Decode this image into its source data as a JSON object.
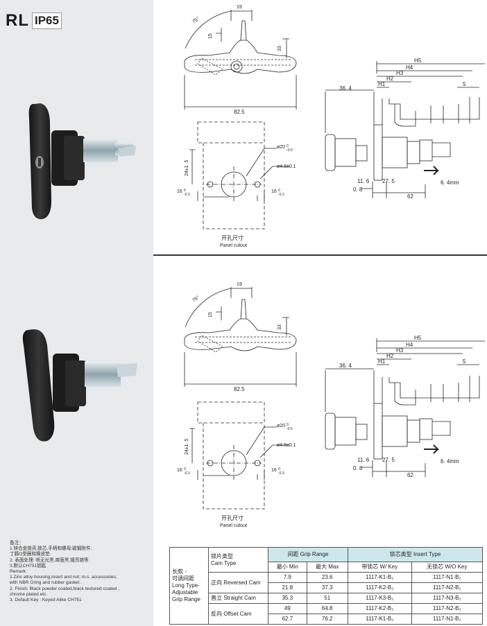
{
  "brand": {
    "series": "RL",
    "rating": "IP65"
  },
  "drawing": {
    "angle": "75°",
    "dim_width_top": "19",
    "dim_15": "15",
    "dim_33": "33",
    "dim_825": "82.5",
    "dim_h5": "H5",
    "dim_h4": "H4",
    "dim_h3": "H3",
    "dim_h2": "H2",
    "dim_h1": "H1",
    "dim_5": "5",
    "dim_364": "36. 4",
    "dim_116": "11. 6",
    "dim_275": "27. 5",
    "dim_08": "0. 8",
    "dim_62": "62",
    "dim_64": "6. 4mm",
    "dim_phi20": "ø20",
    "dim_phi48": "ø4.8±0.1",
    "dim_24": "24±1. 5",
    "dim_16": "16",
    "tol_0": "0",
    "tol_03": "-0.3",
    "tol_05": "-0.5",
    "cutout_cn": "开孔尺寸",
    "cutout_en": "Panel cutout"
  },
  "notes": {
    "title_cn": "备注：",
    "lines_cn": [
      "1.锌合金锁壳,锁芯,手柄和螺母;碳钢附件;",
      "丁腈O型圈和橡皮垫.",
      "2. 表面处理: 喷无光黑,麻面黑,镀亮铬等.",
      "3.默认CH751钥匙"
    ],
    "title_en": "Remark:",
    "lines_en": [
      "1.Zinc alloy housing,insert and nut; m.s. accessories;",
      "with NBR Oring and rubber gasket .",
      "2. Finish: Black powder coated,black textured coated ,",
      "chrome plated etc.",
      "3. Default Key : Keyed Alike CH751"
    ]
  },
  "table": {
    "type_cn": "长款 -",
    "type_cn2": "可调间距",
    "type_en1": "Long Type-",
    "type_en2": "Adjustable",
    "type_en3": "Grip Range",
    "cam_header_cn": "锁片类型",
    "cam_header_en": "Cam Type",
    "grip_header": "间距 Grip Range",
    "insert_header": "锁芯类型 Insert Type",
    "min_label": "最小 Min",
    "max_label": "最大 Max",
    "wkey_label": "带锁芯 W/ Key",
    "wokey_label": "无锁芯 W/O Key",
    "cam_reversed": "正向 Reversed Cam",
    "cam_straight": "直立 Straight Cam",
    "cam_offset": "反向 Offset Cam",
    "rows": [
      {
        "min": "7.9",
        "max": "23.6",
        "wkey": "1117-K1-B₂",
        "wokey": "1117-N1-B₂"
      },
      {
        "min": "21.8",
        "max": "37.3",
        "wkey": "1117-K2-B₂",
        "wokey": "1117-N2-B₂"
      },
      {
        "min": "35.3",
        "max": "51",
        "wkey": "1117-K3-B₂",
        "wokey": "1117-N3-B₂"
      },
      {
        "min": "49",
        "max": "64.8",
        "wkey": "1117-K2-B₂",
        "wokey": "1117-N2-B₂"
      },
      {
        "min": "62.7",
        "max": "76.2",
        "wkey": "1117-K1-B₂",
        "wokey": "1117-N1-B₂"
      }
    ]
  }
}
